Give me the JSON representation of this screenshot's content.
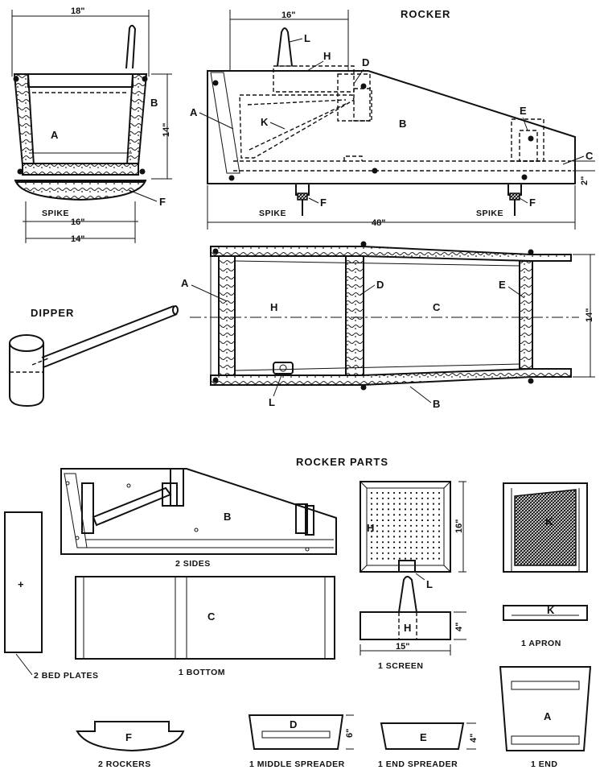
{
  "titles": {
    "rocker": "ROCKER",
    "dipper": "DIPPER",
    "rocker_parts": "ROCKER PARTS"
  },
  "end_view": {
    "dim_top": "18\"",
    "dim_height": "14\"",
    "dim_base": "16\"",
    "dim_rocker": "14\"",
    "labels": {
      "A": "A",
      "B": "B",
      "F": "F",
      "spike": "SPIKE"
    }
  },
  "side_view": {
    "dim_top": "16\"",
    "dim_length": "48\"",
    "dim_2": "2\"",
    "labels": {
      "A": "A",
      "B": "B",
      "C": "C",
      "D": "D",
      "E": "E",
      "H": "H",
      "K": "K",
      "L": "L",
      "F1": "F",
      "F2": "F"
    },
    "spike_left": "SPIKE",
    "spike_right": "SPIKE"
  },
  "plan_view": {
    "dim_width": "14\"",
    "labels": {
      "A": "A",
      "H": "H",
      "D": "D",
      "C": "C",
      "E": "E",
      "L": "L",
      "B": "B"
    }
  },
  "parts": {
    "sides": {
      "letter": "B",
      "caption": "2 SIDES"
    },
    "bed_plates": {
      "mark": "+",
      "caption": "2 BED PLATES"
    },
    "bottom": {
      "letter": "C",
      "caption": "1 BOTTOM"
    },
    "screen": {
      "letter_h": "H",
      "letter_h2": "H",
      "letter_l": "L",
      "dim_16": "16\"",
      "dim_4": "4\"",
      "dim_15": "15\"",
      "caption": "1 SCREEN"
    },
    "apron": {
      "letter_k": "K",
      "letter_k2": "K",
      "caption": "1 APRON"
    },
    "rockers": {
      "letter": "F",
      "caption": "2 ROCKERS"
    },
    "middle_spreader": {
      "letter": "D",
      "dim": "6\"",
      "caption": "1 MIDDLE SPREADER"
    },
    "end_spreader": {
      "letter": "E",
      "dim": "4\"",
      "caption": "1 END SPREADER"
    },
    "end": {
      "letter": "A",
      "caption": "1 END"
    }
  }
}
